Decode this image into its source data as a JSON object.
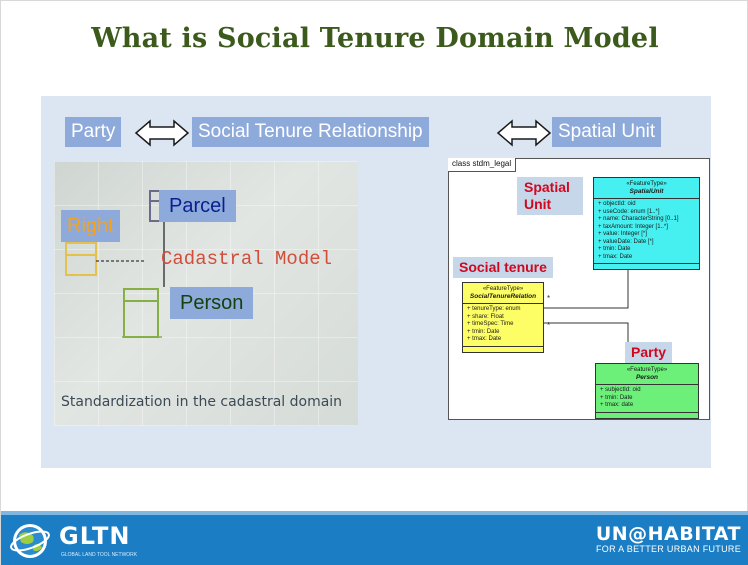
{
  "slide": {
    "title": "What is Social Tenure Domain Model"
  },
  "header_chips": {
    "party": "Party",
    "relationship": "Social Tenure Relationship",
    "spatial_unit": "Spatial Unit"
  },
  "photo": {
    "cadastral_model": "Cadastral Model",
    "caption": "Standardization in the cadastral domain",
    "labels": {
      "parcel": "Parcel",
      "right": "Right",
      "person": "Person"
    }
  },
  "uml": {
    "frame_title": "class stdm_legal",
    "spatial_unit": {
      "stereotype": "«FeatureType»",
      "name": "SpatialUnit",
      "attributes": [
        "+ objectId: oid",
        "+ useCode: enum [1..*]",
        "+ name: CharacterString [0..1]",
        "+ taxAmount: Integer [1..*]",
        "+ value: Integer [*]",
        "+ valueDate: Date [*]",
        "+ tmin: Date",
        "+ tmax: Date"
      ]
    },
    "social_tenure": {
      "stereotype": "«FeatureType»",
      "name": "SocialTenureRelation",
      "attributes": [
        "+ tenureType: enum",
        "+ share: Float",
        "+ timeSpec: Time",
        "+ tmin: Date",
        "+ tmax: Date"
      ]
    },
    "person": {
      "stereotype": "«FeatureType»",
      "name": "Person",
      "attributes": [
        "+ subjectId: oid",
        "+ tmin: Date",
        "+ tmax: date"
      ]
    },
    "multiplicity": "*",
    "labels": {
      "spatial_unit": "Spatial Unit",
      "social_tenure": "Social tenure",
      "party": "Party"
    }
  },
  "footer": {
    "gltn": "GLTN",
    "gltn_sub": "GLOBAL LAND TOOL NETWORK",
    "unhabitat": "UN@HABITAT",
    "unhabitat_sub": "FOR A BETTER URBAN FUTURE"
  },
  "colors": {
    "title": "#3b5a1c",
    "chip": "#8eaadb",
    "panel": "#dce6f2",
    "spatial_class": "#46f0f0",
    "social_class": "#fdfd66",
    "person_class": "#6cf07a",
    "red_label": "#d0081f",
    "footer": "#1b7ec4"
  }
}
